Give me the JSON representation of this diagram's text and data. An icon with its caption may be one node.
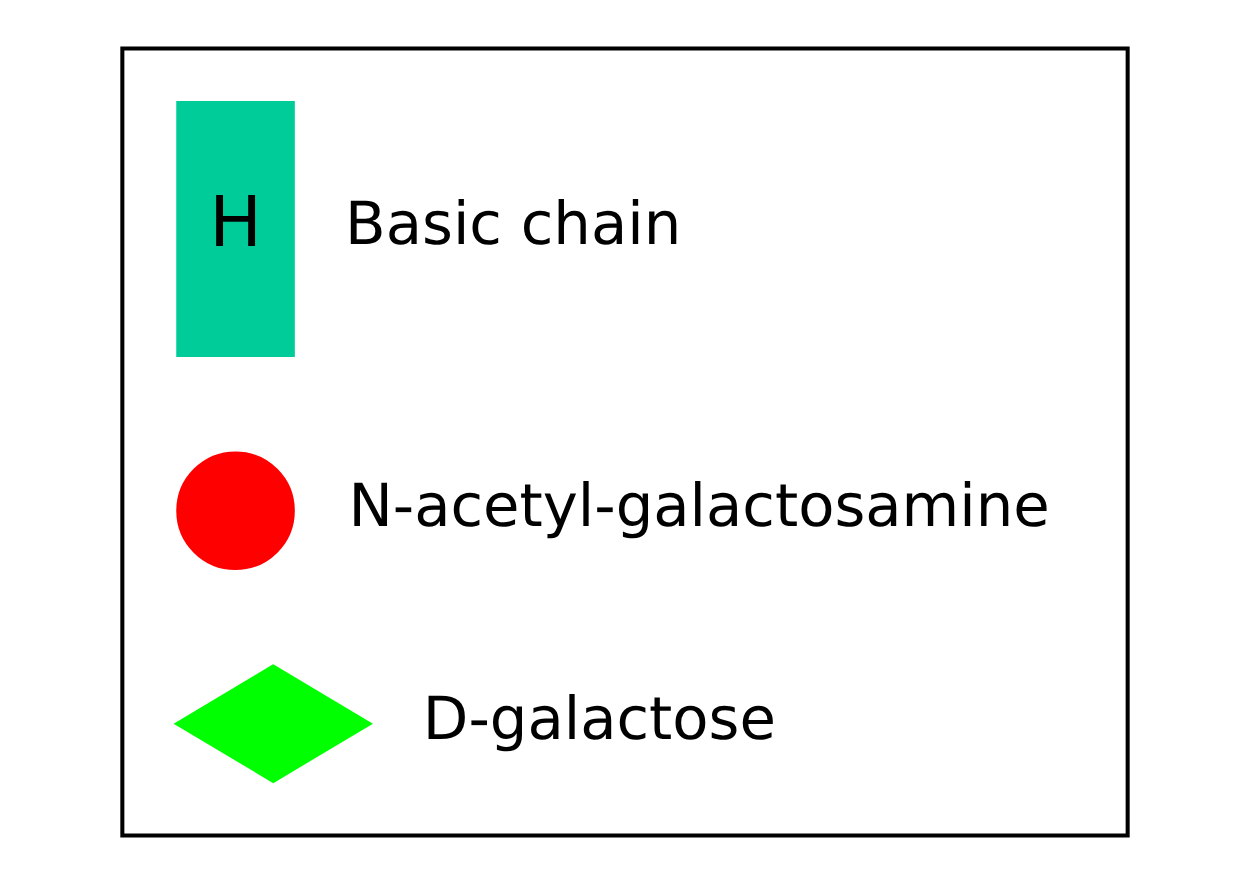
{
  "diagram": {
    "nodes": [
      {
        "text": [],
        "shape": "box"
      },
      {
        "text": [
          "H"
        ],
        "beside": [
          "Basic chain"
        ],
        "in": 0
      },
      {
        "text": [],
        "shape": "circle",
        "beside": [
          "N-acetyl-galactosamine"
        ],
        "in": 0
      },
      {
        "text": [],
        "shape": "diamond",
        "beside": [
          "D-galactose"
        ],
        "in": 0
      }
    ]
  }
}
